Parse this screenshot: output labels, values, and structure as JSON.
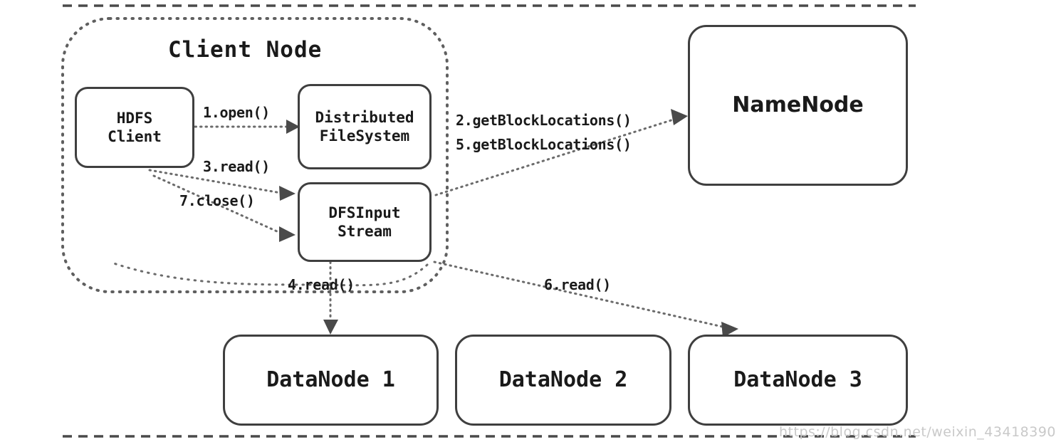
{
  "diagram": {
    "title_group": "Client Node",
    "watermark": "https://blog.csdn.net/weixin_43418390",
    "colors": {
      "stroke": "#3f3f3f",
      "text": "#1a1a1a",
      "dotted": "#6b6b6b",
      "outer_dash": "#4a4a4a",
      "watermark": "#c9c9c9",
      "background": "#ffffff"
    },
    "nodes": [
      {
        "id": "hdfs-client",
        "label": "HDFS\nClient"
      },
      {
        "id": "distributed-filesystem",
        "label": "Distributed\nFileSystem"
      },
      {
        "id": "dfs-input-stream",
        "label": "DFSInput\nStream"
      },
      {
        "id": "namenode",
        "label": "NameNode"
      },
      {
        "id": "datanode-1",
        "label": "DataNode 1"
      },
      {
        "id": "datanode-2",
        "label": "DataNode 2"
      },
      {
        "id": "datanode-3",
        "label": "DataNode 3"
      }
    ],
    "edges": [
      {
        "id": "open",
        "label": "1.open()",
        "from": "hdfs-client",
        "to": "distributed-filesystem"
      },
      {
        "id": "getblock-2",
        "label": "2.getBlockLocations()",
        "from": "distributed-filesystem",
        "to": "namenode"
      },
      {
        "id": "read-3",
        "label": "3.read()",
        "from": "hdfs-client",
        "to": "dfs-input-stream"
      },
      {
        "id": "read-4",
        "label": "4.read()",
        "from": "dfs-input-stream",
        "to": "datanode-1"
      },
      {
        "id": "getblock-5",
        "label": "5.getBlockLocations()",
        "from": "dfs-input-stream",
        "to": "namenode"
      },
      {
        "id": "read-6",
        "label": "6.read()",
        "from": "dfs-input-stream",
        "to": "datanode-3"
      },
      {
        "id": "close-7",
        "label": "7.close()",
        "from": "hdfs-client",
        "to": "dfs-input-stream"
      }
    ]
  }
}
